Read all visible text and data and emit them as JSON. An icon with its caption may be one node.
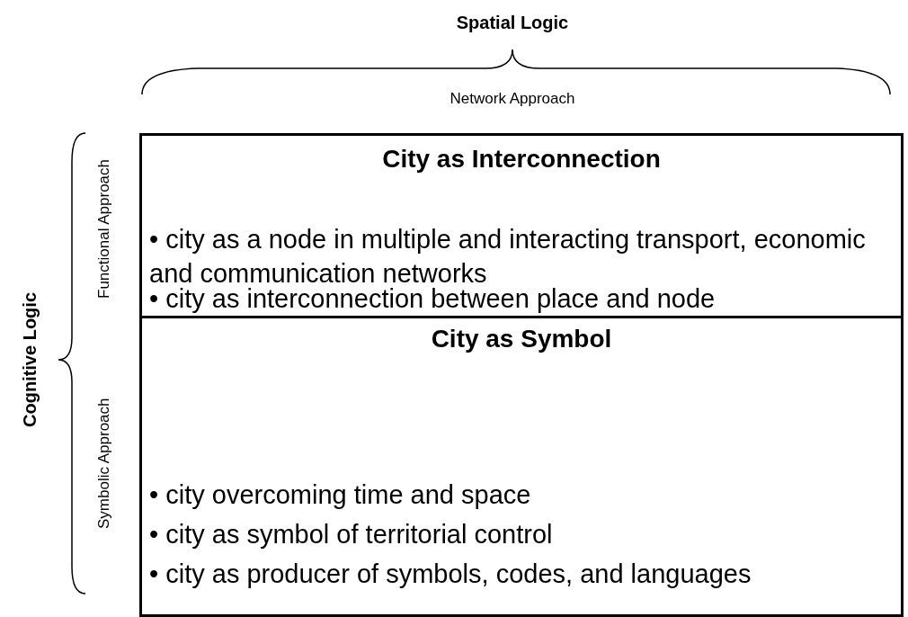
{
  "diagram": {
    "nodes": [
      {
        "text": [
          "City as Interconnection",
          "• city as a node in multiple and interacting transport, economic and communication networks",
          "• city as interconnection between place and node"
        ]
      },
      {
        "text": [
          "City as Symbol",
          "• city overcoming time and space",
          "• city as symbol of territorial control",
          "• city as producer of symbols, codes, and languages"
        ]
      }
    ],
    "edges": [],
    "labels": [
      "Spatial Logic",
      "Network Approach",
      "Cognitive Logic",
      "Functional Approach",
      "Symbolic Approach"
    ]
  }
}
